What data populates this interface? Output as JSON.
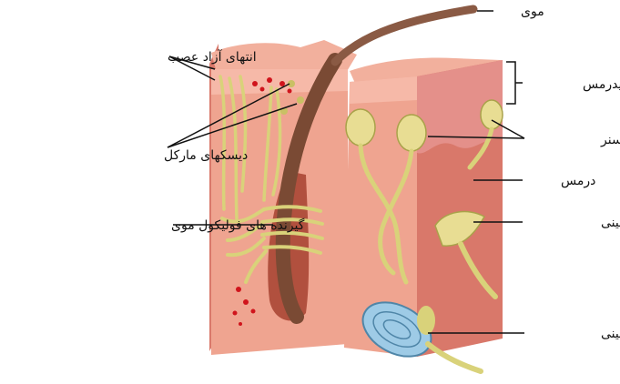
{
  "labels": {
    "hair": "مو‌ی",
    "free_nerve_endings": "انتهای آزاد عصب",
    "merkel_discs": "دیسکهای مارکل",
    "hair_follicle_receptors": "گیرنده های فولیکول موی",
    "epidermis": "اپیدرمس",
    "meissner_corpuscle": "جسمک میسنر",
    "dermis": "درمس",
    "ruffini_corpuscle": "جسمک رافینی",
    "pacinian_corpuscle": "جسمک پاسینی"
  },
  "colors": {
    "skin": "#efa490",
    "skin_dark": "#d9786a",
    "epidermis": "#f6b3a1",
    "nerve": "#d9d27a",
    "nerve_edge": "#a9a24a",
    "hair": "#8a5a44",
    "pacinian": "#9ecbe6",
    "blood": "#d0141c"
  }
}
